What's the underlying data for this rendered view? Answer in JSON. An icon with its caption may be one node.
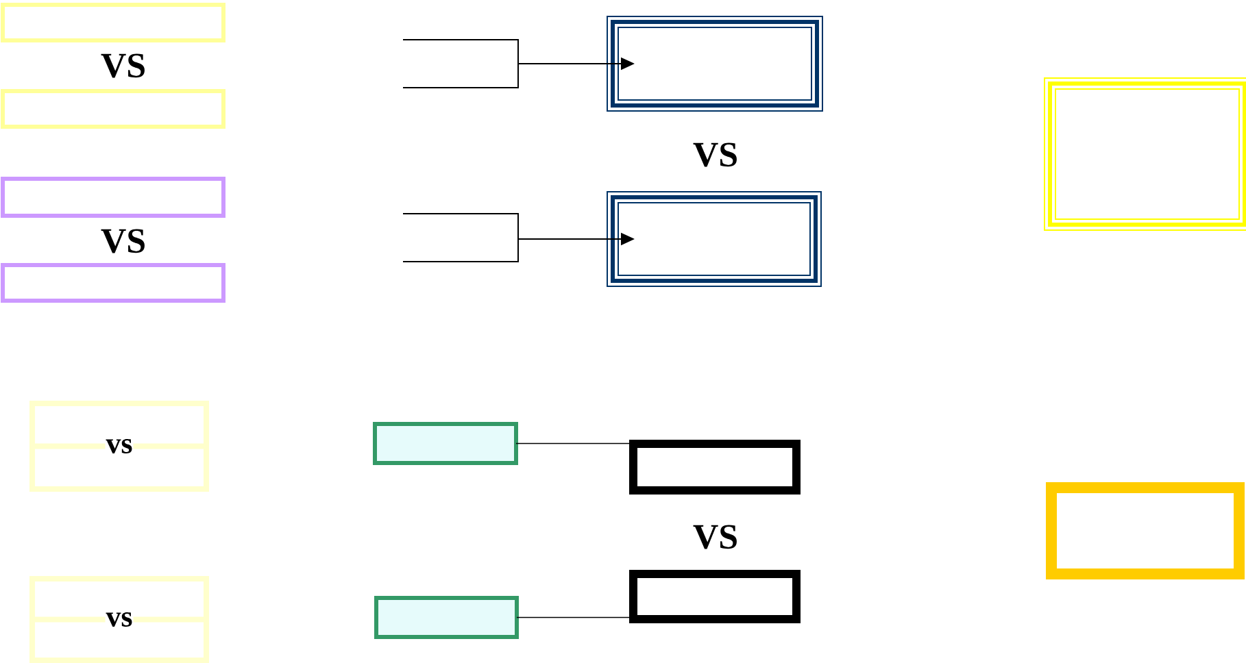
{
  "diagram": {
    "nodes": [
      {
        "text": [],
        "shape": "box"
      },
      {
        "text": [],
        "shape": "box"
      },
      {
        "text": [],
        "shape": "box"
      },
      {
        "text": [],
        "shape": "box"
      },
      {
        "text": [],
        "shape": "box"
      },
      {
        "text": [],
        "shape": "box"
      },
      {
        "text": [],
        "shape": "box"
      },
      {
        "text": [
          "vs"
        ]
      },
      {
        "text": [],
        "shape": "box"
      },
      {
        "text": [],
        "shape": "box"
      },
      {
        "text": [],
        "shape": "box"
      },
      {
        "text": [
          "vs"
        ]
      },
      {
        "text": [],
        "shape": "box"
      },
      {
        "text": [],
        "shape": "box"
      }
    ],
    "edges": [
      {
        "from": null,
        "to": 4,
        "arrow": "to"
      },
      {
        "from": null,
        "to": 5,
        "arrow": "to"
      },
      {
        "from": 8,
        "to": 9,
        "arrow": "none"
      },
      {
        "from": 12,
        "to": 13,
        "arrow": "none"
      }
    ],
    "labels": [
      "VS",
      "VS",
      "VS",
      "VS"
    ]
  }
}
